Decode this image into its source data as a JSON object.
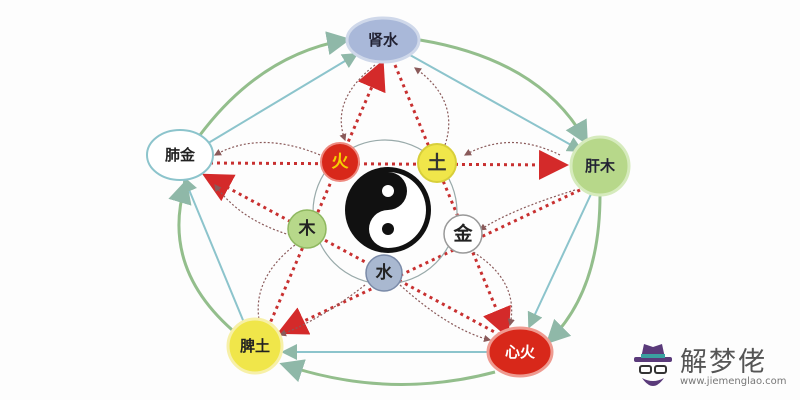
{
  "organs": {
    "kidney_water": "肾水",
    "liver_wood": "肝木",
    "heart_fire": "心火",
    "spleen_earth": "脾土",
    "lung_metal": "肺金"
  },
  "elements": {
    "fire": "火",
    "earth": "土",
    "metal": "金",
    "water": "水",
    "wood": "木"
  },
  "watermark": {
    "title": "解梦佬",
    "url": "www.jiemenglao.com"
  },
  "colors": {
    "water": "#a9b8d9",
    "wood": "#b7d88a",
    "fire": "#d8281a",
    "earth": "#f0e64a",
    "metal": "#ffffff",
    "cycle": "#8fba8a",
    "control": "#d42a2a"
  }
}
